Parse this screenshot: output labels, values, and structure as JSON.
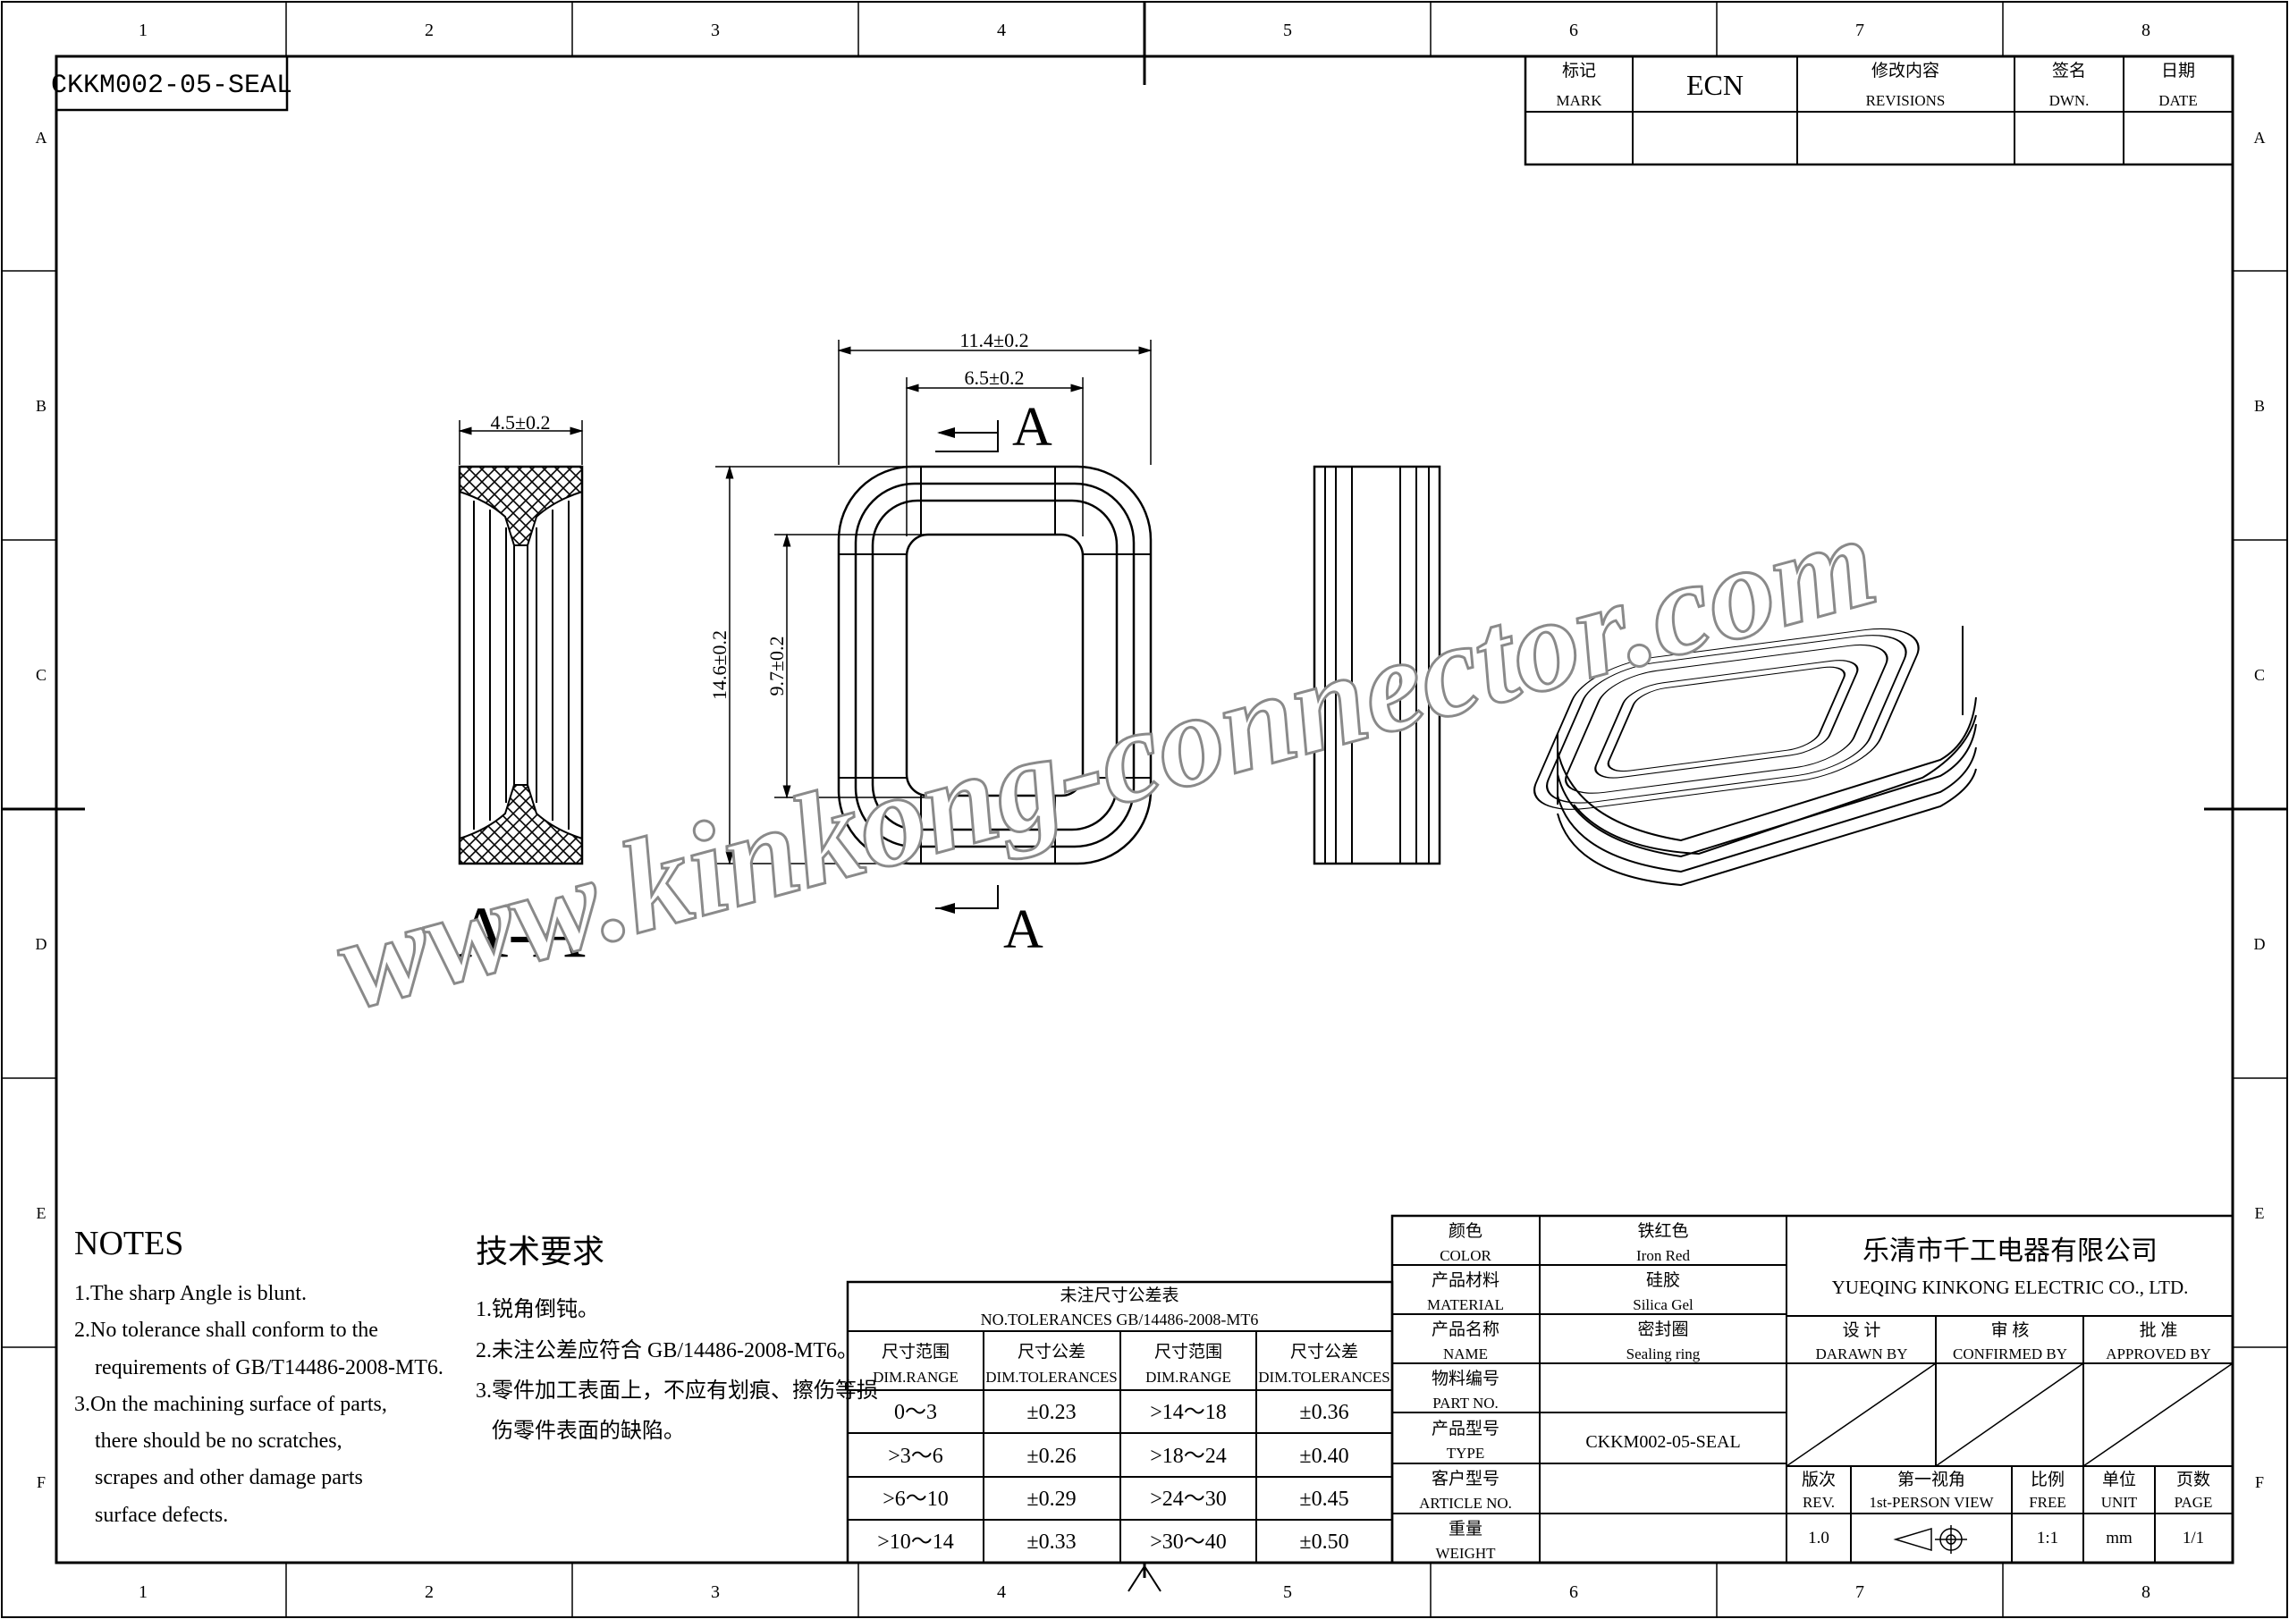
{
  "drawing_no": "CKKM002-05-SEAL",
  "grid": {
    "columns": [
      "1",
      "2",
      "3",
      "4",
      "5",
      "6",
      "7",
      "8"
    ],
    "rows": [
      "A",
      "B",
      "C",
      "D",
      "E",
      "F"
    ]
  },
  "revision_table": {
    "mark_cn": "标记",
    "mark_en": "MARK",
    "ecn": "ECN",
    "rev_cn": "修改内容",
    "rev_en": "REVISIONS",
    "dwn_cn": "签名",
    "dwn_en": "DWN.",
    "date_cn": "日期",
    "date_en": "DATE"
  },
  "views": {
    "section_label": "A-A",
    "cut_letter": "A",
    "dim_width_section": "4.5±0.2",
    "dim_outer_width": "11.4±0.2",
    "dim_inner_width": "6.5±0.2",
    "dim_outer_height": "14.6±0.2",
    "dim_inner_height": "9.7±0.2"
  },
  "watermark": "www.kinkong-connector.com",
  "notes_en": {
    "title": "NOTES",
    "l1": "1.The sharp Angle is blunt.",
    "l2": "2.No tolerance shall conform to the",
    "l3": "requirements of GB/T14486-2008-MT6.",
    "l4": "3.On the machining surface of parts,",
    "l5": "there should be no scratches,",
    "l6": "scrapes and other damage parts",
    "l7": "surface defects."
  },
  "notes_cn": {
    "title": "技术要求",
    "l1": "1.锐角倒钝。",
    "l2": "2.未注公差应符合 GB/14486-2008-MT6。",
    "l3": "3.零件加工表面上，不应有划痕、擦伤等损",
    "l4": "伤零件表面的缺陷。"
  },
  "tolerance_table": {
    "title_cn": "未注尺寸公差表",
    "title_en": "NO.TOLERANCES GB/14486-2008-MT6",
    "h_range_cn": "尺寸范围",
    "h_range_en": "DIM.RANGE",
    "h_tol_cn": "尺寸公差",
    "h_tol_en": "DIM.TOLERANCES",
    "rows": [
      {
        "r1": "0～3",
        "t1": "±0.23",
        "r2": ">14～18",
        "t2": "±0.36"
      },
      {
        "r1": ">3～6",
        "t1": "±0.26",
        "r2": ">18～24",
        "t2": "±0.40"
      },
      {
        "r1": ">6～10",
        "t1": "±0.29",
        "r2": ">24～30",
        "t2": "±0.45"
      },
      {
        "r1": ">10～14",
        "t1": "±0.33",
        "r2": ">30～40",
        "t2": "±0.50"
      }
    ]
  },
  "title_block": {
    "color_cn": "颜色",
    "color_en": "COLOR",
    "color_val_cn": "铁红色",
    "color_val_en": "Iron Red",
    "material_cn": "产品材料",
    "material_en": "MATERIAL",
    "material_val_cn": "硅胶",
    "material_val_en": "Silica Gel",
    "name_cn": "产品名称",
    "name_en": "NAME",
    "name_val_cn": "密封圈",
    "name_val_en": "Sealing ring",
    "partno_cn": "物料编号",
    "partno_en": "PART NO.",
    "type_cn": "产品型号",
    "type_en": "TYPE",
    "type_val": "CKKM002-05-SEAL",
    "article_cn": "客户型号",
    "article_en": "ARTICLE NO.",
    "weight_cn": "重量",
    "weight_en": "WEIGHT",
    "company_cn": "乐清市千工电器有限公司",
    "company_en": "YUEQING KINKONG ELECTRIC CO., LTD.",
    "design_cn": "设 计",
    "design_en": "DARAWN BY",
    "confirm_cn": "审 核",
    "confirm_en": "CONFIRMED BY",
    "approve_cn": "批 准",
    "approve_en": "APPROVED BY",
    "rev_cn": "版次",
    "rev_en": "REV.",
    "rev_val": "1.0",
    "view_cn": "第一视角",
    "view_en": "1st-PERSON VIEW",
    "scale_cn": "比例",
    "scale_en": "FREE",
    "scale_val": "1:1",
    "unit_cn": "单位",
    "unit_en": "UNIT",
    "unit_val": "mm",
    "page_cn": "页数",
    "page_en": "PAGE",
    "page_val": "1/1"
  }
}
